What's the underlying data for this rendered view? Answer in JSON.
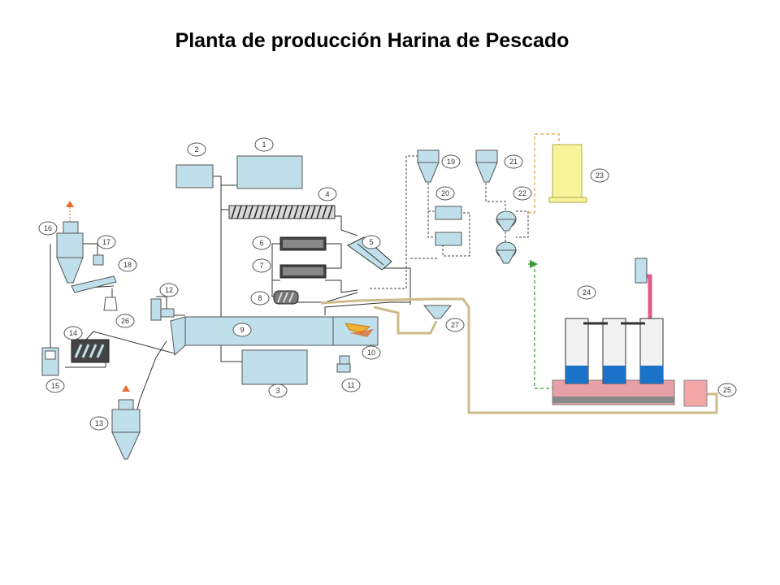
{
  "title": "Planta de producción Harina de Pescado",
  "labels": [
    "1",
    "2",
    "3",
    "4",
    "5",
    "6",
    "7",
    "8",
    "9",
    "10",
    "11",
    "12",
    "13",
    "14",
    "15",
    "16",
    "17",
    "18",
    "19",
    "20",
    "21",
    "22",
    "23",
    "24",
    "25",
    "26",
    "27"
  ],
  "colors": {
    "equipment": "#bfe0ea",
    "storage_tank": "#f7f39a",
    "tank_25": "#f4a6a6",
    "pipe_tan": "#cdbb88",
    "pipe_pink": "#e05a8a",
    "pipe_green": "#3a9a3a",
    "arrow_orange": "#e66a2c"
  }
}
